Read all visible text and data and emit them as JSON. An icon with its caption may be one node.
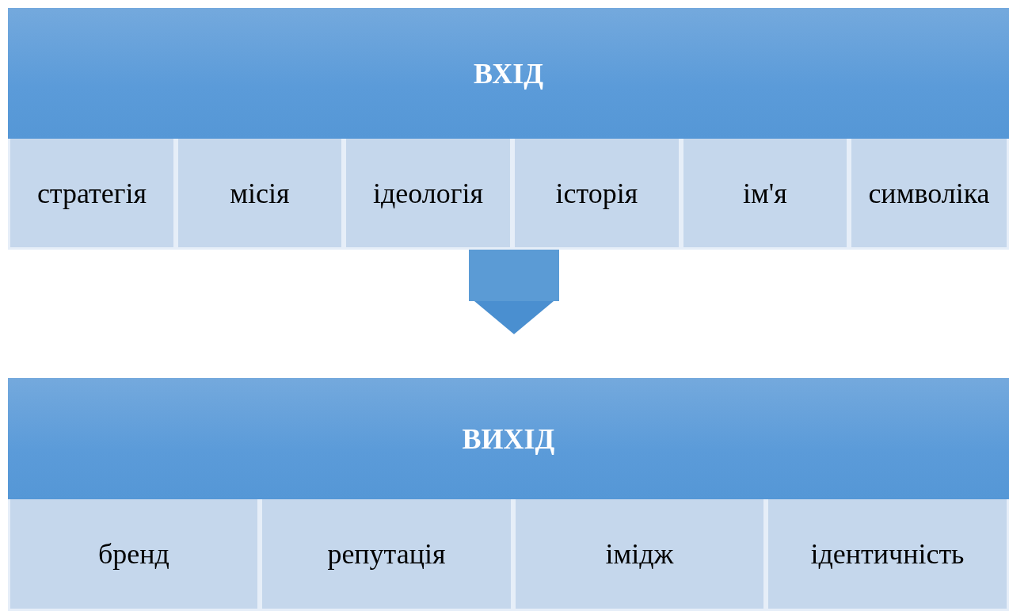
{
  "diagram": {
    "nodes": [
      {
        "text": [
          "ВХІД"
        ]
      },
      {
        "text": [
          "стратегія"
        ],
        "in": 0
      },
      {
        "text": [
          "місія"
        ],
        "in": 0
      },
      {
        "text": [
          "ідеологія"
        ],
        "in": 0
      },
      {
        "text": [
          "історія"
        ],
        "in": 0
      },
      {
        "text": [
          "ім'я"
        ],
        "in": 0
      },
      {
        "text": [
          "символіка"
        ],
        "in": 0
      },
      {
        "text": [
          "ВИХІД"
        ]
      },
      {
        "text": [
          "бренд"
        ],
        "in": 7
      },
      {
        "text": [
          "репутація"
        ],
        "in": 7
      },
      {
        "text": [
          "імідж"
        ],
        "in": 7
      },
      {
        "text": [
          "ідентичність"
        ],
        "in": 7
      }
    ],
    "edges": [
      {
        "from": 0,
        "to": 7,
        "arrow": "to"
      }
    ]
  }
}
